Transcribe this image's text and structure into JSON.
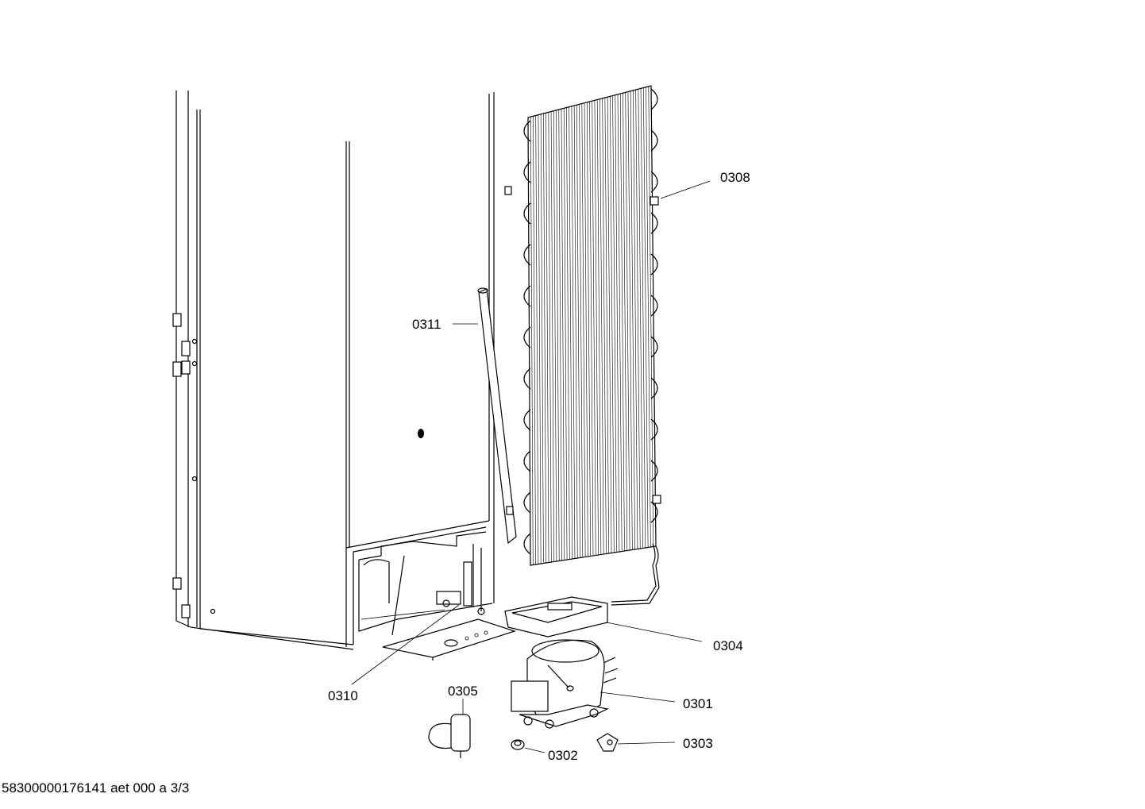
{
  "diagram": {
    "callouts": {
      "c0308": "0308",
      "c0311": "0311",
      "c0304": "0304",
      "c0310": "0310",
      "c0305": "0305",
      "c0301": "0301",
      "c0303": "0303",
      "c0302": "0302"
    },
    "footer_text": "58300000176141 aet 000 a 3/3"
  }
}
